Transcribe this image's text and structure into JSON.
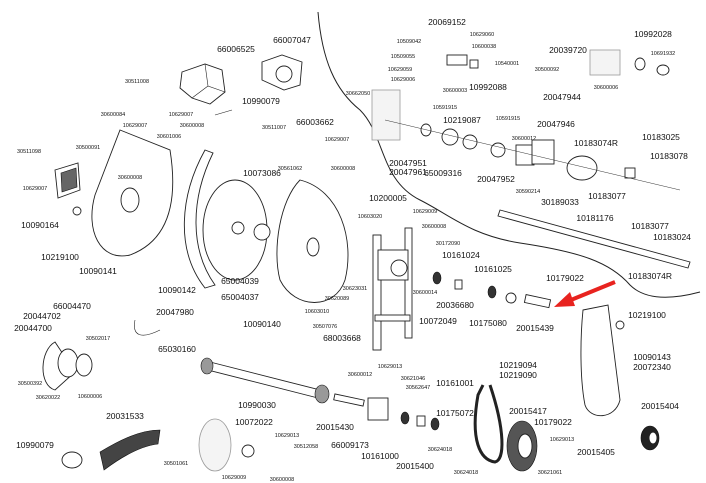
{
  "diagram": {
    "labels": [
      "66006525",
      "66007047",
      "30511008",
      "10629007",
      "30600008",
      "10990079",
      "30600084",
      "10629007",
      "30601006",
      "30500091",
      "30511098",
      "30600008",
      "10629007",
      "10090164",
      "30511007",
      "66003662",
      "10629007",
      "30600008",
      "10073086",
      "30561062",
      "10219100",
      "10090141",
      "10090142",
      "65004039",
      "65004037",
      "10090140",
      "30620089",
      "10603010",
      "30507076",
      "68003668",
      "10603020",
      "30623031",
      "10200005",
      "10629009",
      "30600008",
      "30172090",
      "10161024",
      "30600014",
      "20036680",
      "10072049",
      "10161025",
      "10179022",
      "10175080",
      "20015439",
      "20069152",
      "10629060",
      "10509042",
      "10600038",
      "10509055",
      "10540001",
      "10629059",
      "10629006",
      "30600003",
      "10992088",
      "20039720",
      "10992028",
      "10691932",
      "30500092",
      "30600006",
      "20047944",
      "30662050",
      "10591915",
      "10219087",
      "10591915",
      "20047946",
      "30600012",
      "10183074R",
      "10183025",
      "10183078",
      "20047951",
      "20047961",
      "65009316",
      "20047952",
      "30590214",
      "10183077",
      "30189033",
      "10181176",
      "10183077",
      "10183024",
      "10183074R",
      "66004470",
      "20044702",
      "20044700",
      "30502017",
      "30500392",
      "30620022",
      "10600006",
      "20047980",
      "65030160",
      "10990030",
      "20015430",
      "20031533",
      "10990079",
      "10072022",
      "10629013",
      "30512058",
      "30501061",
      "10629009",
      "30600008",
      "66009173",
      "30600012",
      "10629013",
      "30621046",
      "30562647",
      "10161000",
      "20015400",
      "10161001",
      "10219094",
      "10219090",
      "10175072",
      "30624018",
      "30624018",
      "20015417",
      "10179022",
      "10629013",
      "20015405",
      "30621061",
      "10219100",
      "10090143",
      "20072340",
      "20015404"
    ],
    "highlight_color": "#e8231f",
    "highlight_icon": "red-arrow-icon"
  }
}
